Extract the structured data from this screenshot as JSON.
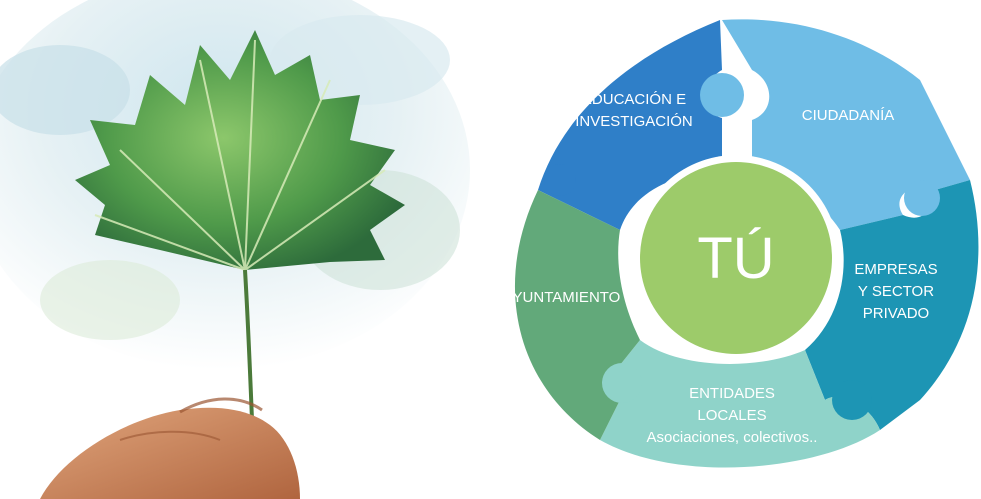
{
  "diagram": {
    "center": "TÚ",
    "segments": {
      "education": {
        "line1": "EDUCACIÓN E",
        "line2": "INVESTIGACIÓN",
        "color": "#2f7fc8"
      },
      "citizenship": {
        "line1": "CIUDADANÍA",
        "color": "#6fbde6"
      },
      "business": {
        "line1": "EMPRESAS",
        "line2": "Y SECTOR",
        "line3": "PRIVADO",
        "color": "#1d95b4"
      },
      "local": {
        "line1": "ENTIDADES",
        "line2": "LOCALES",
        "line3": "Asociaciones, colectivos..",
        "color": "#8fd3c9"
      },
      "council": {
        "line1": "AYUNTAMIENTO",
        "color": "#62a97a"
      }
    },
    "center_color": "#9dcb6a"
  }
}
